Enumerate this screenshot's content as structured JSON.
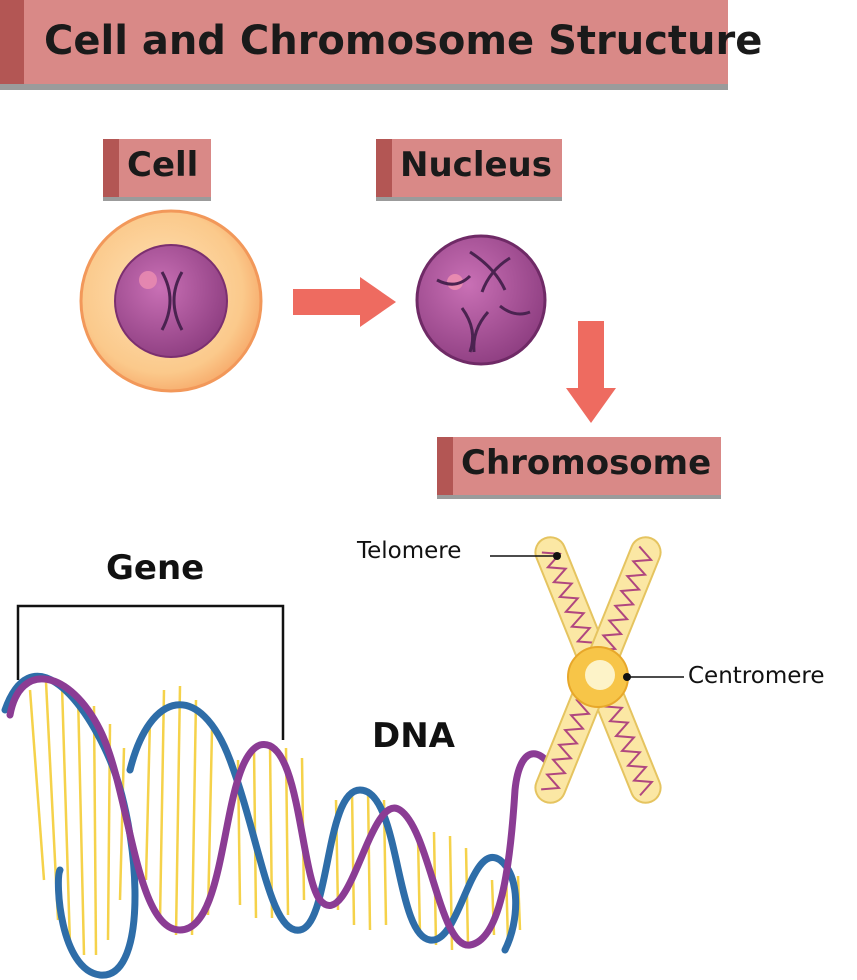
{
  "title": "Cell and Chromosome Structure",
  "labels": {
    "cell": "Cell",
    "nucleus": "Nucleus",
    "chromosome": "Chromosome",
    "gene": "Gene",
    "dna": "DNA",
    "telomere": "Telomere",
    "centromere": "Centromere"
  },
  "colors": {
    "banner": "#d98987",
    "banner_accent": "#b35654",
    "arrow": "#ee6b60",
    "cell_outer": "#f7a96a",
    "cell_inner": "#fcd7a5",
    "nucleus": "#a3508f",
    "nucleus_light": "#c36bb0",
    "dna_purple": "#8b3c94",
    "dna_blue": "#2e6da8",
    "dna_rungs": "#f5d24a",
    "chromosome_fill": "#fbe7a4",
    "chromosome_coil": "#b0477f",
    "centromere": "#f7c548"
  },
  "icons": [
    "cell-icon",
    "nucleus-icon",
    "chromosome-icon",
    "dna-helix-icon",
    "arrow-right-icon",
    "arrow-down-icon"
  ]
}
